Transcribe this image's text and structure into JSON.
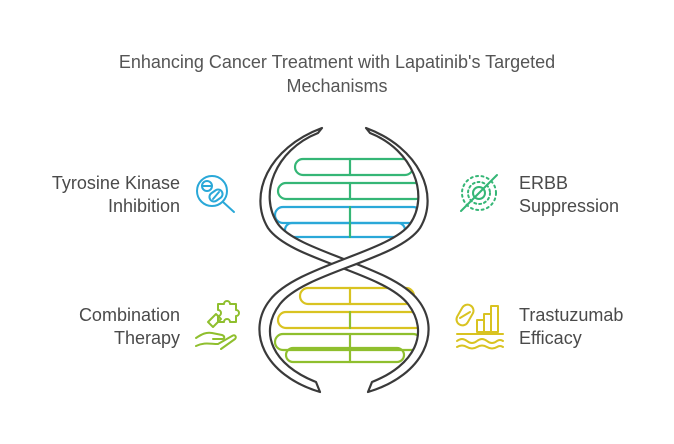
{
  "title": {
    "line1": "Enhancing Cancer Treatment with Lapatinib's Targeted",
    "line2": "Mechanisms"
  },
  "items": [
    {
      "id": "tyrosine",
      "line1": "Tyrosine Kinase",
      "line2": "Inhibition",
      "icon": "pill-magnifier-icon",
      "color": "#2aa8d8"
    },
    {
      "id": "erbb",
      "line1": "ERBB",
      "line2": "Suppression",
      "icon": "suppressed-target-icon",
      "color": "#35b676"
    },
    {
      "id": "combination",
      "line1": "Combination",
      "line2": "Therapy",
      "icon": "puzzle-hand-icon",
      "color": "#8fbf2e"
    },
    {
      "id": "trastuzumab",
      "line1": "Trastuzumab",
      "line2": "Efficacy",
      "icon": "pill-chart-icon",
      "color": "#d9c321"
    }
  ],
  "colors": {
    "blue": "#2aa8d8",
    "green": "#35b676",
    "lime": "#8fbf2e",
    "yellow": "#d9c321",
    "strand": "#3a3a3a"
  }
}
